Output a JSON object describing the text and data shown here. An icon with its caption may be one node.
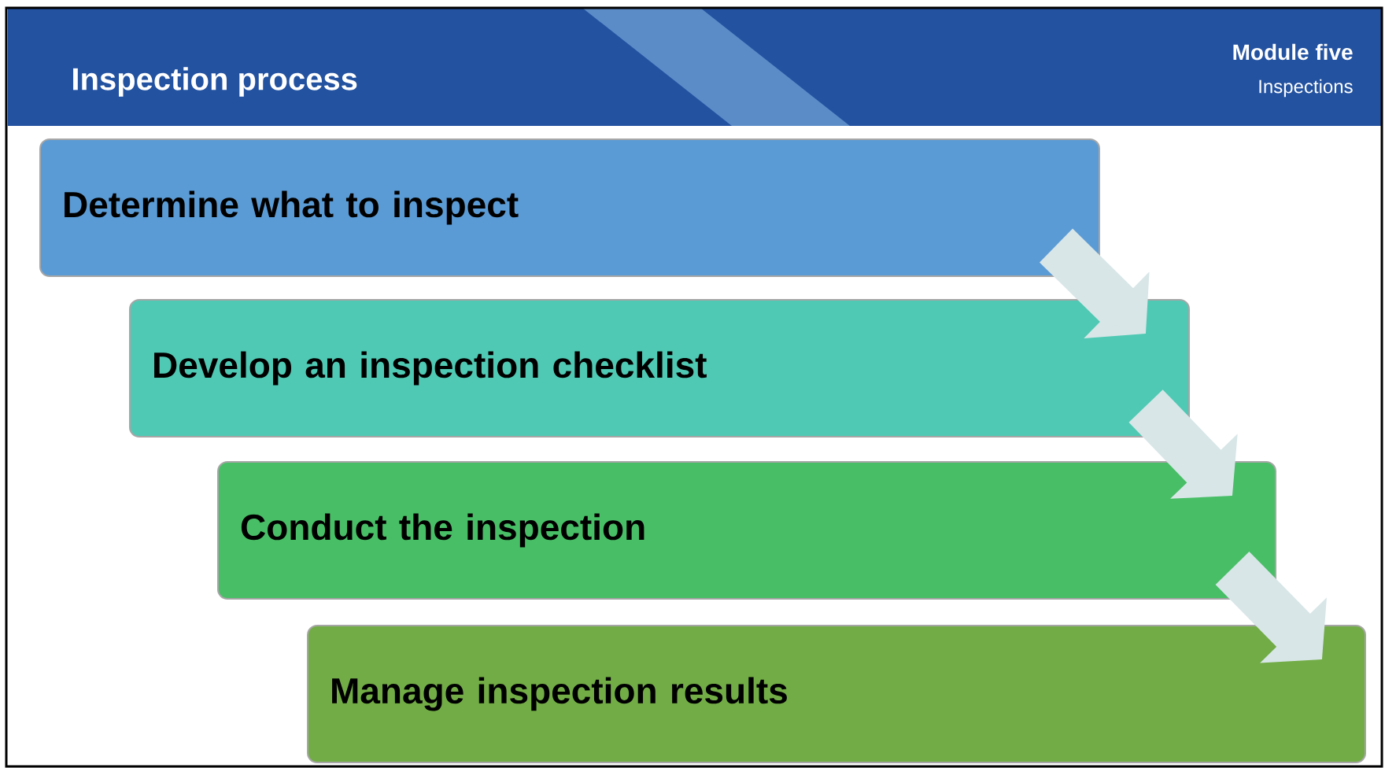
{
  "diagram": {
    "title": "Inspection process",
    "nodes": [
      {
        "text": [
          "Determine what to inspect"
        ]
      },
      {
        "text": [
          "Develop an inspection checklist"
        ]
      },
      {
        "text": [
          "Conduct the inspection"
        ]
      },
      {
        "text": [
          "Manage inspection results"
        ]
      }
    ],
    "edges": [
      {
        "from": 0,
        "to": 1,
        "arrow": "to"
      },
      {
        "from": 1,
        "to": 2,
        "arrow": "to"
      },
      {
        "from": 2,
        "to": 3,
        "arrow": "to"
      }
    ],
    "labels": [
      "Module five",
      "Inspections"
    ]
  }
}
